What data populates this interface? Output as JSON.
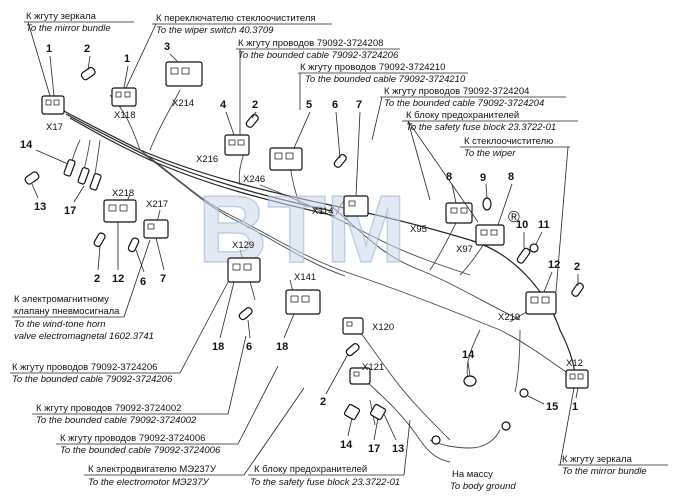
{
  "captions": {
    "mirror_top_ru": "К жгуту зеркала",
    "mirror_top_en": "To the mirror bundle",
    "wiper_switch_ru": "К переключателю стеклоочистителя",
    "wiper_switch_en": "To the wiper switch 40.3709",
    "bc1_ru": "К жгуту проводов 79092-3724208",
    "bc1_en": "To the bounded cable 79092-3724206",
    "bc2_ru": "К жгуту проводов 79092-3724210",
    "bc2_en": "To the bounded cable 79092-3724210",
    "bc3_ru": "К жгуту проводов 79092-3724204",
    "bc3_en": "To the bounded cable 79092-3724204",
    "fuse_top_ru": "К блоку предохранителей",
    "fuse_top_en": "To the safety fuse block 23.3722-01",
    "wiper_ru": "К стеклоочистителю",
    "wiper_en": "To the wiper",
    "horn_ru1": "К электромагнитному",
    "horn_ru2": "клапану пневмосигнала",
    "horn_en1": "To the wind-tone horn",
    "horn_en2": "valve electromagnetal 1602.3741",
    "bc4_ru": "К жгуту проводов 79092-3724206",
    "bc4_en": "To the bounded cable 79092-3724206",
    "bc5_ru": "К жгуту проводов 79092-3724002",
    "bc5_en": "To the bounded cable 79092-3724002",
    "bc6_ru": "К жгуту проводов 79092-3724006",
    "bc6_en": "To the bounded cable 79092-3724006",
    "motor_ru": "К электродвигателю МЭ237У",
    "motor_en": "To the electromotor МЭ237У",
    "fuse_bot_ru": "К блоку предохранителей",
    "fuse_bot_en": "To the safety fuse block 23.3722-01",
    "ground_ru": "На массу",
    "ground_en": "To body ground",
    "mirror_bot_ru": "К жгуту зеркала",
    "mirror_bot_en": "To the mirror bundle"
  },
  "connectors": {
    "x17": "X17",
    "x118": "X118",
    "x214": "X214",
    "x216": "X216",
    "x246": "X246",
    "x114": "X114",
    "x95": "X95",
    "x97": "X97",
    "x218": "X218",
    "x217": "X217",
    "x129": "X129",
    "x141": "X141",
    "x120": "X120",
    "x121": "X121",
    "x219": "X219",
    "x12": "X12"
  },
  "callouts": {
    "c1a": "1",
    "c2a": "2",
    "c1b": "1",
    "c3": "3",
    "c4": "4",
    "c2b": "2",
    "c5": "5",
    "c6a": "6",
    "c7a": "7",
    "c14a": "14",
    "c13a": "13",
    "c17a": "17",
    "c8a": "8",
    "c9": "9",
    "c8b": "8",
    "c10": "10",
    "c11": "11",
    "c12a": "12",
    "c2c": "2",
    "c2d": "2",
    "c12b": "12",
    "c6b": "6",
    "c7b": "7",
    "c18a": "18",
    "c6c": "6",
    "c18b": "18",
    "c2e": "2",
    "c14b": "14",
    "c17b": "17",
    "c13b": "13",
    "c15": "15",
    "c1c": "1"
  },
  "watermark": {
    "text": "BTM",
    "reg": "®"
  }
}
